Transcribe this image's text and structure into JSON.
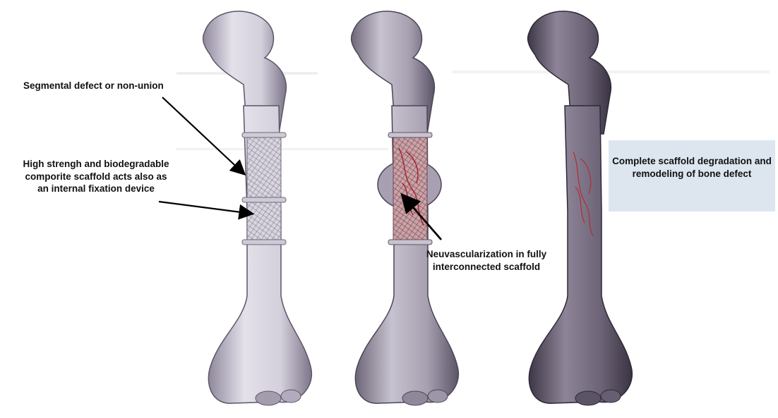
{
  "labels": {
    "defect": "Segmental defect or non-union",
    "scaffold": "High strengh and biodegradable comporite scaffold acts also as an internal fixation device",
    "neovascularization": "Neuvascularization in fully interconnected scaffold",
    "remodeling": "Complete scaffold degradation and remodeling of bone defect"
  },
  "colors": {
    "bone_light": "#e4e1ea",
    "bone_mid": "#b7b0c2",
    "bone_dark": "#6e6678",
    "bone_remodeled": "#4f4758",
    "scaffold_grid": "#8a8494",
    "vessels": "#a8202a",
    "label_box": "#dde6ef",
    "arrow": "#000000"
  },
  "icons": [
    "femur-bone",
    "porous-scaffold",
    "fixation-band",
    "blood-vessels",
    "arrow"
  ]
}
